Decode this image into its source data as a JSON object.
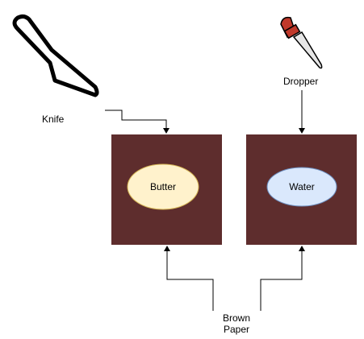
{
  "labels": {
    "knife": "Knife",
    "dropper": "Dropper",
    "butter": "Butter",
    "water": "Water",
    "brown_paper_line1": "Brown",
    "brown_paper_line2": "Paper"
  },
  "colors": {
    "paper_fill": "#5e2d2d",
    "butter_fill": "#fff2cc",
    "butter_stroke": "#d6b656",
    "water_fill": "#dae8fc",
    "water_stroke": "#6c8ebf",
    "dropper_bulb": "#c0392b",
    "line": "#000000"
  },
  "icons": {
    "knife": "knife-icon",
    "dropper": "dropper-icon"
  }
}
